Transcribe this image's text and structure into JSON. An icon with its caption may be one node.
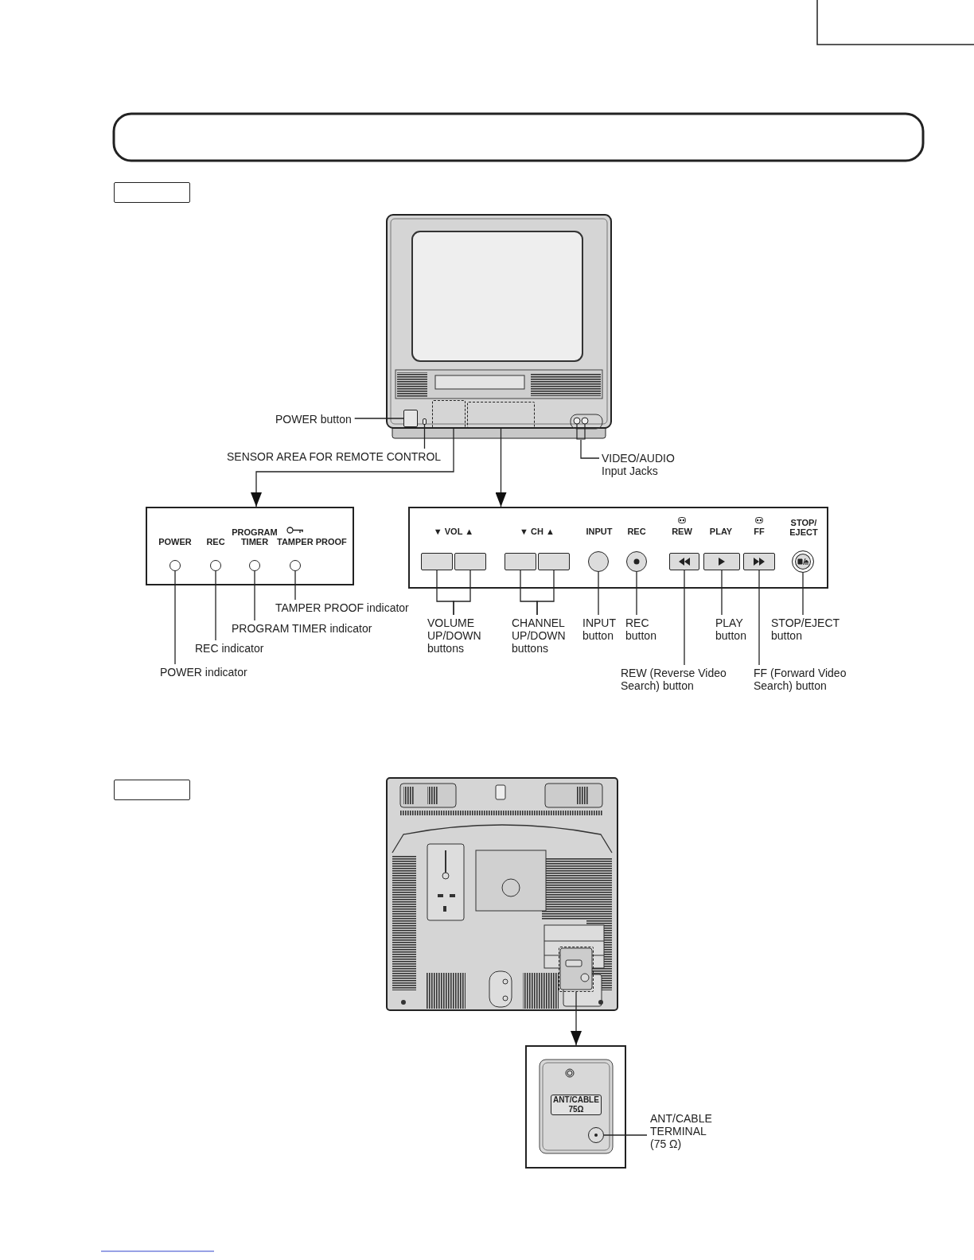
{
  "diagram": {
    "nodes": [
      {
        "text": [],
        "shape": "picture"
      },
      {
        "text": [],
        "shape": "box",
        "in": 0
      },
      {
        "text": [],
        "shape": "box",
        "in": 0
      },
      {
        "text": [],
        "shape": "box",
        "in": 0
      },
      {
        "text": [],
        "shape": "box",
        "in": 0
      },
      {
        "text": [],
        "shape": "circle",
        "in": 0
      },
      {
        "text": [
          "POWER button"
        ]
      },
      {
        "text": [
          "SENSOR AREA FOR REMOTE CONTROL"
        ]
      },
      {
        "text": [
          "VIDEO/AUDIO Input Jacks"
        ]
      },
      {
        "text": [
          "POWER",
          "REC",
          "PROGRAM TIMER",
          "TAMPER PROOF"
        ]
      },
      {
        "text": [],
        "shape": "circle",
        "in": 9
      },
      {
        "text": [],
        "shape": "circle",
        "in": 9
      },
      {
        "text": [],
        "shape": "circle",
        "in": 9
      },
      {
        "text": [],
        "shape": "circle",
        "in": 9
      },
      {
        "text": [
          "▼ VOL ▲",
          "▼ CH ▲",
          "INPUT",
          "REC",
          "REW",
          "PLAY",
          "FF",
          "STOP/ EJECT"
        ]
      },
      {
        "text": [],
        "shape": "box",
        "in": 14
      },
      {
        "text": [],
        "shape": "box",
        "in": 14
      },
      {
        "text": [],
        "shape": "box",
        "in": 14
      },
      {
        "text": [],
        "shape": "box",
        "in": 14
      },
      {
        "text": [],
        "shape": "circle",
        "in": 14
      },
      {
        "text": [],
        "shape": "circle",
        "in": 14
      },
      {
        "text": [],
        "shape": "box",
        "in": 14
      },
      {
        "text": [],
        "shape": "box",
        "in": 14
      },
      {
        "text": [],
        "shape": "box",
        "in": 14
      },
      {
        "text": [],
        "shape": "circle",
        "in": 14
      },
      {
        "text": [
          "TAMPER PROOF indicator"
        ]
      },
      {
        "text": [
          "PROGRAM TIMER indicator"
        ]
      },
      {
        "text": [
          "REC indicator"
        ]
      },
      {
        "text": [
          "POWER indicator"
        ]
      },
      {
        "text": [
          "VOLUME UP/DOWN buttons"
        ]
      },
      {
        "text": [
          "CHANNEL UP/DOWN buttons"
        ]
      },
      {
        "text": [
          "INPUT button"
        ]
      },
      {
        "text": [
          "REC button"
        ]
      },
      {
        "text": [
          "PLAY button"
        ]
      },
      {
        "text": [
          "STOP/EJECT button"
        ]
      },
      {
        "text": [
          "REW (Reverse Video Search) button"
        ]
      },
      {
        "text": [
          "FF (Forward Video Search) button"
        ]
      },
      {
        "text": [],
        "shape": "picture"
      },
      {
        "text": [],
        "shape": "box",
        "in": 37
      },
      {
        "text": [
          "ANT/CABLE 75Ω"
        ]
      },
      {
        "text": [],
        "shape": "circle",
        "in": 39
      },
      {
        "text": [
          "ANT/CABLE TERMINAL (75 Ω)"
        ]
      },
      {
        "text": [],
        "shape": "box"
      },
      {
        "text": [],
        "shape": "box"
      }
    ],
    "edges": [
      {
        "from": 6,
        "to": 1,
        "arrow": "none"
      },
      {
        "from": 7,
        "to": 2,
        "arrow": "none"
      },
      {
        "from": 3,
        "to": 9,
        "arrow": "to"
      },
      {
        "from": 4,
        "to": 14,
        "arrow": "to"
      },
      {
        "from": 8,
        "to": 5,
        "arrow": "none"
      },
      {
        "from": 25,
        "to": 13,
        "arrow": "none"
      },
      {
        "from": 26,
        "to": 12,
        "arrow": "none"
      },
      {
        "from": 27,
        "to": 11,
        "arrow": "none"
      },
      {
        "from": 28,
        "to": 10,
        "arrow": "none"
      },
      {
        "from": 29,
        "to": 15,
        "arrow": "none"
      },
      {
        "from": 29,
        "to": 16,
        "arrow": "none"
      },
      {
        "from": 30,
        "to": 17,
        "arrow": "none"
      },
      {
        "from": 30,
        "to": 18,
        "arrow": "none"
      },
      {
        "from": 31,
        "to": 19,
        "arrow": "none"
      },
      {
        "from": 32,
        "to": 20,
        "arrow": "none"
      },
      {
        "from": 33,
        "to": 22,
        "arrow": "none"
      },
      {
        "from": 34,
        "to": 24,
        "arrow": "none"
      },
      {
        "from": 35,
        "to": 21,
        "arrow": "none"
      },
      {
        "from": 36,
        "to": 23,
        "arrow": "none"
      },
      {
        "from": 38,
        "to": 39,
        "arrow": "to"
      },
      {
        "from": 41,
        "to": 40,
        "arrow": "none"
      }
    ]
  }
}
